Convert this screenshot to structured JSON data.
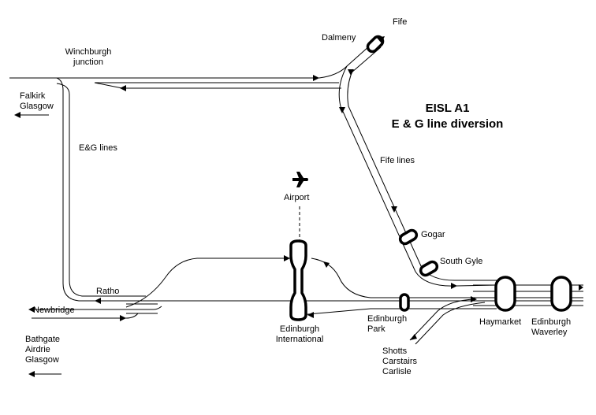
{
  "title": {
    "line1": "EISL A1",
    "line2": "E & G line diversion"
  },
  "labels": {
    "fife": "Fife",
    "dalmeny": "Dalmeny",
    "winchburgh": [
      "Winchburgh",
      "junction"
    ],
    "falkirk": [
      "Falkirk",
      "Glasgow"
    ],
    "eg_lines": "E&G lines",
    "fife_lines": "Fife lines",
    "airport": "Airport",
    "gogar": "Gogar",
    "south_gyle": "South Gyle",
    "ratho": "Ratho",
    "newbridge": "Newbridge",
    "bathgate": [
      "Bathgate",
      "Airdrie",
      "Glasgow"
    ],
    "edinburgh_international": [
      "Edinburgh",
      "International"
    ],
    "edinburgh_park": [
      "Edinburgh",
      "Park"
    ],
    "haymarket": "Haymarket",
    "edinburgh_waverley": [
      "Edinburgh",
      "Waverley"
    ],
    "shotts": [
      "Shotts",
      "Carstairs",
      "Carlisle"
    ]
  },
  "icons": {
    "airport": "airplane-icon"
  },
  "colors": {
    "line": "#000000",
    "background": "#ffffff"
  }
}
